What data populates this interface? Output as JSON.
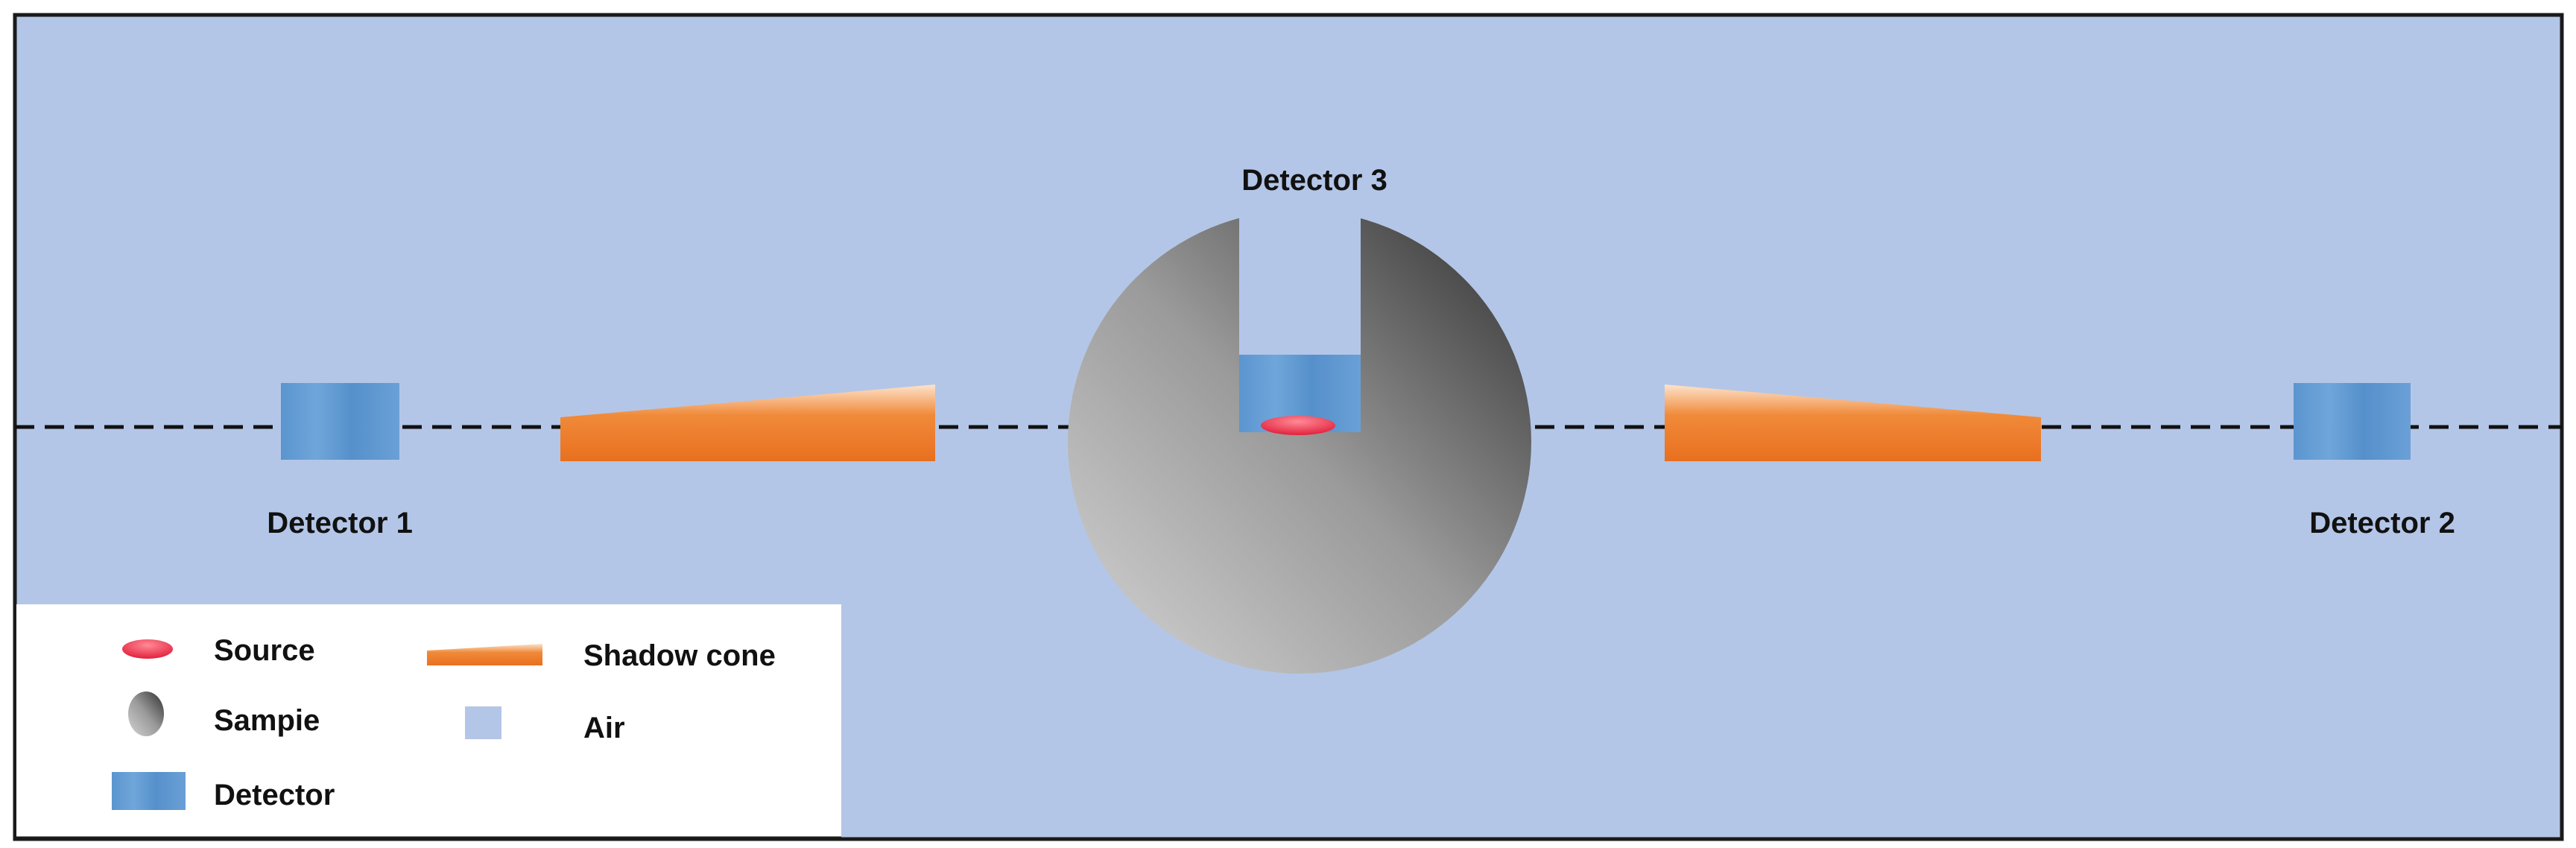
{
  "labels": {
    "detector_1": "Detector 1",
    "detector_2": "Detector 2",
    "detector_3": "Detector 3"
  },
  "legend": {
    "source": "Source",
    "shadow_cone": "Shadow cone",
    "sample": "Sampie",
    "air": "Air",
    "detector": "Detector"
  },
  "colors": {
    "air": "#b4c6e7",
    "detector": "#5b9bd5",
    "shadow_cone": "#ed7d31",
    "source": "#e8304a",
    "sample_light": "#d0d0d0",
    "sample_dark": "#3a3a3a"
  }
}
